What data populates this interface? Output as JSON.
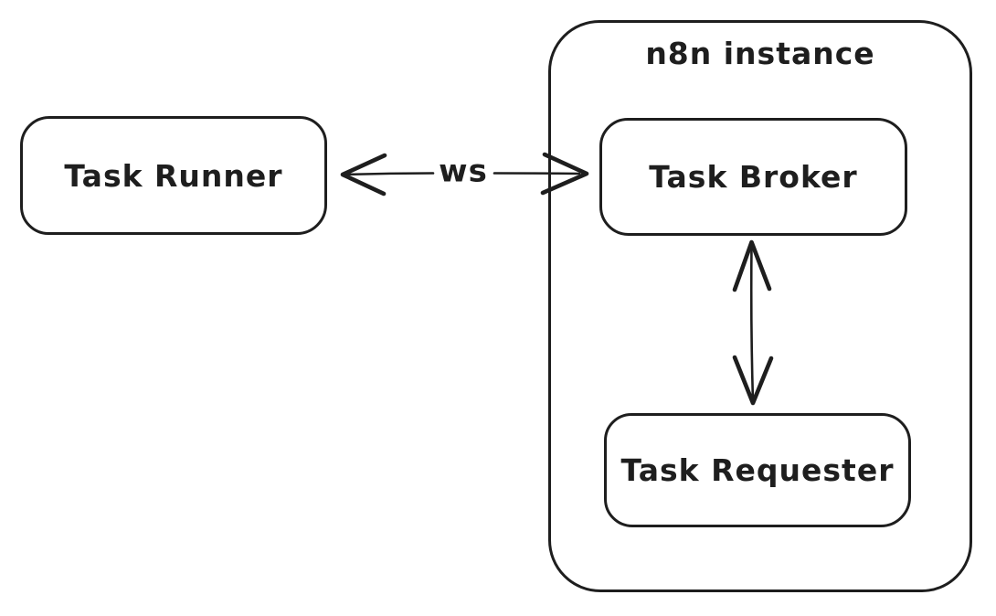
{
  "diagram": {
    "background": "#ffffff",
    "stroke_color": "#1e1e1e",
    "style": "hand-drawn",
    "container": {
      "id": "n8n-instance",
      "label": "n8n instance",
      "contains": [
        "Task Broker",
        "Task Requester"
      ]
    },
    "nodes": {
      "task_runner": {
        "label": "Task Runner"
      },
      "task_broker": {
        "label": "Task Broker"
      },
      "task_requester": {
        "label": "Task Requester"
      }
    },
    "edges": {
      "runner_broker": {
        "from": "Task Runner",
        "to": "Task Broker",
        "label": "ws",
        "direction": "bidirectional",
        "orientation": "horizontal"
      },
      "broker_requester": {
        "from": "Task Broker",
        "to": "Task Requester",
        "label": "",
        "direction": "bidirectional",
        "orientation": "vertical"
      }
    }
  }
}
